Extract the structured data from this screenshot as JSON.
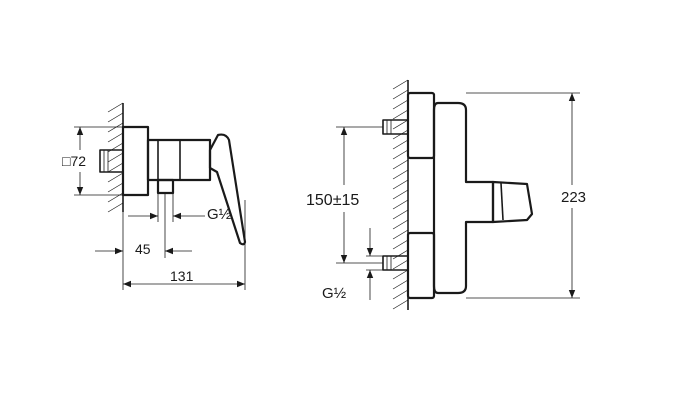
{
  "side_view": {
    "dim_square": "□72",
    "dim_thread": "G½",
    "dim_depth": "45",
    "dim_total": "131"
  },
  "front_view": {
    "dim_spacing": "150±15",
    "dim_height": "223",
    "dim_thread": "G½"
  },
  "colors": {
    "line": "#1a1a1a",
    "background": "#ffffff"
  }
}
